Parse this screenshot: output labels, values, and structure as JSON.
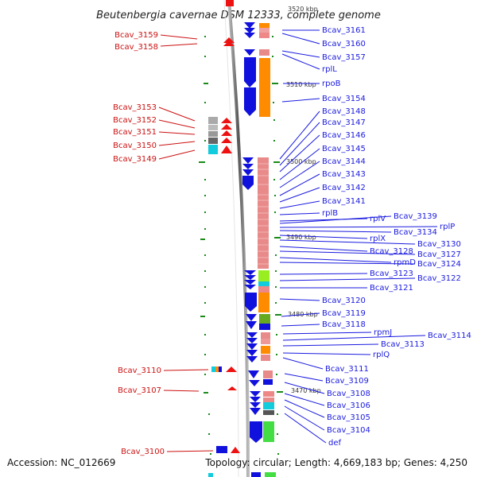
{
  "title": "Beutenbergia cavernae DSM 12333, complete genome",
  "footer": {
    "accession": "Accession: NC_012669",
    "topology": "Topology: circular; Length: 4,669,183 bp; Genes: 4,250"
  },
  "kbp_markers": [
    "3520 kbp",
    "3510 kbp",
    "3500 kbp",
    "3490 kbp",
    "3480 kbp",
    "3470 kbp"
  ],
  "left_labels": [
    "Bcav_3159",
    "Bcav_3158",
    "Bcav_3153",
    "Bcav_3152",
    "Bcav_3151",
    "Bcav_3150",
    "Bcav_3149",
    "Bcav_3110",
    "Bcav_3107",
    "Bcav_3100"
  ],
  "right_labels": [
    "Bcav_3161",
    "Bcav_3160",
    "Bcav_3157",
    "rplL",
    "rpoB",
    "Bcav_3154",
    "Bcav_3148",
    "Bcav_3147",
    "Bcav_3146",
    "Bcav_3145",
    "Bcav_3144",
    "Bcav_3143",
    "Bcav_3142",
    "Bcav_3141",
    "rplB",
    "rplV",
    "Bcav_3139",
    "rplP",
    "Bcav_3134",
    "rplX",
    "Bcav_3130",
    "Bcav_3128",
    "Bcav_3127",
    "rpmD",
    "Bcav_3124",
    "Bcav_3123",
    "Bcav_3122",
    "Bcav_3121",
    "Bcav_3120",
    "Bcav_3119",
    "Bcav_3118",
    "rpmJ",
    "Bcav_3114",
    "Bcav_3113",
    "rplQ",
    "Bcav_3111",
    "Bcav_3109",
    "Bcav_3108",
    "Bcav_3106",
    "Bcav_3105",
    "Bcav_3104",
    "def"
  ],
  "colors": {
    "forward_gene": "#1111dd",
    "reverse_gene": "#ee1111",
    "right_label": "#1a1ae0",
    "left_label": "#cc1111",
    "ribosomal": "#e88a8a",
    "orange_class": "#ff8c00",
    "tick_green": "#1a8a1a"
  }
}
